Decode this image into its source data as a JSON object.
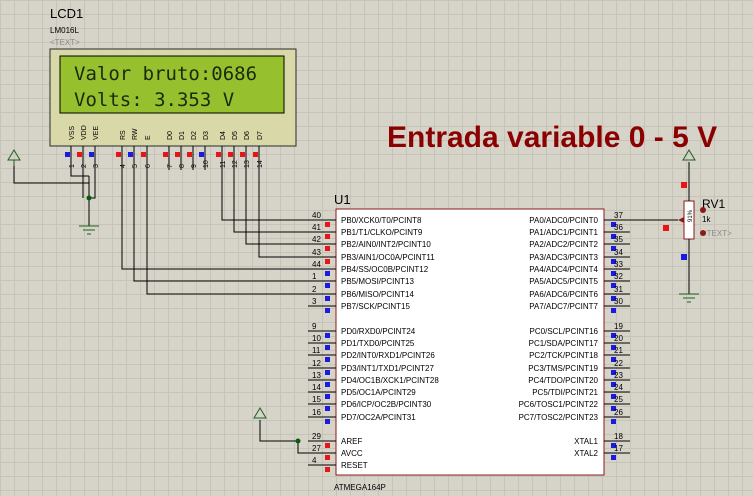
{
  "lcd": {
    "ref": "LCD1",
    "model": "LM016L",
    "text_placeholder": "<TEXT>",
    "line1": "Valor bruto:0686",
    "line2": "Volts: 3.353 V",
    "pins": [
      {
        "name": "VSS",
        "num": "1"
      },
      {
        "name": "VDD",
        "num": "2"
      },
      {
        "name": "VEE",
        "num": "3"
      },
      {
        "name": "RS",
        "num": "4"
      },
      {
        "name": "RW",
        "num": "5"
      },
      {
        "name": "E",
        "num": "6"
      },
      {
        "name": "D0",
        "num": "7"
      },
      {
        "name": "D1",
        "num": "8"
      },
      {
        "name": "D2",
        "num": "9"
      },
      {
        "name": "D3",
        "num": "10"
      },
      {
        "name": "D4",
        "num": "11"
      },
      {
        "name": "D5",
        "num": "12"
      },
      {
        "name": "D6",
        "num": "13"
      },
      {
        "name": "D7",
        "num": "14"
      }
    ]
  },
  "title": "Entrada variable 0 - 5 V",
  "mcu": {
    "ref": "U1",
    "model": "ATMEGA164P",
    "left_pins": [
      {
        "num": "40",
        "name": "PB0/XCK0/T0/PCINT8"
      },
      {
        "num": "41",
        "name": "PB1/T1/CLKO/PCINT9"
      },
      {
        "num": "42",
        "name": "PB2/AIN0/INT2/PCINT10"
      },
      {
        "num": "43",
        "name": "PB3/AIN1/OC0A/PCINT11"
      },
      {
        "num": "44",
        "name": "PB4/SS/OC0B/PCINT12"
      },
      {
        "num": "1",
        "name": "PB5/MOSI/PCINT13"
      },
      {
        "num": "2",
        "name": "PB6/MISO/PCINT14"
      },
      {
        "num": "3",
        "name": "PB7/SCK/PCINT15"
      },
      {
        "num": "9",
        "name": "PD0/RXD0/PCINT24"
      },
      {
        "num": "10",
        "name": "PD1/TXD0/PCINT25"
      },
      {
        "num": "11",
        "name": "PD2/INT0/RXD1/PCINT26"
      },
      {
        "num": "12",
        "name": "PD3/INT1/TXD1/PCINT27"
      },
      {
        "num": "13",
        "name": "PD4/OC1B/XCK1/PCINT28"
      },
      {
        "num": "14",
        "name": "PD5/OC1A/PCINT29"
      },
      {
        "num": "15",
        "name": "PD6/ICP/OC2B/PCINT30"
      },
      {
        "num": "16",
        "name": "PD7/OC2A/PCINT31"
      },
      {
        "num": "29",
        "name": "AREF"
      },
      {
        "num": "27",
        "name": "AVCC"
      },
      {
        "num": "4",
        "name": "RESET"
      }
    ],
    "right_pins": [
      {
        "num": "37",
        "name": "PA0/ADC0/PCINT0"
      },
      {
        "num": "36",
        "name": "PA1/ADC1/PCINT1"
      },
      {
        "num": "35",
        "name": "PA2/ADC2/PCINT2"
      },
      {
        "num": "34",
        "name": "PA3/ADC3/PCINT3"
      },
      {
        "num": "33",
        "name": "PA4/ADC4/PCINT4"
      },
      {
        "num": "32",
        "name": "PA5/ADC5/PCINT5"
      },
      {
        "num": "31",
        "name": "PA6/ADC6/PCINT6"
      },
      {
        "num": "30",
        "name": "PA7/ADC7/PCINT7"
      },
      {
        "num": "19",
        "name": "PC0/SCL/PCINT16"
      },
      {
        "num": "20",
        "name": "PC1/SDA/PCINT17"
      },
      {
        "num": "21",
        "name": "PC2/TCK/PCINT18"
      },
      {
        "num": "22",
        "name": "PC3/TMS/PCINT19"
      },
      {
        "num": "23",
        "name": "PC4/TDO/PCINT20"
      },
      {
        "num": "24",
        "name": "PC5/TDI/PCINT21"
      },
      {
        "num": "25",
        "name": "PC6/TOSC1/PCINT22"
      },
      {
        "num": "26",
        "name": "PC7/TOSC2/PCINT23"
      },
      {
        "num": "18",
        "name": "XTAL1"
      },
      {
        "num": "17",
        "name": "XTAL2"
      }
    ]
  },
  "pot": {
    "ref": "RV1",
    "value": "1k",
    "text_placeholder": "<TEXT>",
    "body_label": "91%"
  },
  "colors": {
    "wire": "#000000",
    "component_border": "#8b1a1a",
    "component_fill": "#ffffff",
    "lcd_bezel": "#d8d8a8",
    "lcd_screen": "#97c02f",
    "lcd_text": "#1a2a0a",
    "title": "#8b0000",
    "pin_high": "#e8141a",
    "pin_low": "#1a1ae0",
    "net_dot": "#0a5a0a",
    "ground": "#1f5f1f"
  }
}
